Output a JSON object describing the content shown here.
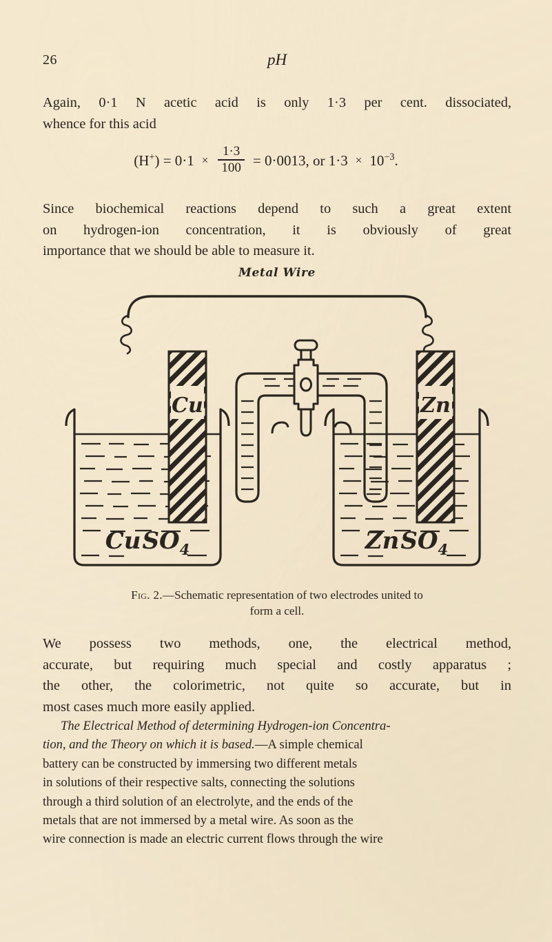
{
  "page": {
    "folio": "26",
    "running_head": "pH",
    "background_color": "#f6edd9",
    "ink_color": "#2b2621"
  },
  "paragraph_1": {
    "lines": [
      "Again, 0·1 N acetic acid  is only 1·3 per cent. dissociated,",
      "whence for this acid"
    ]
  },
  "equation": {
    "lhs": "(H",
    "lhs_sup": "+",
    "lhs_close": ") = 0·1",
    "times_1": "×",
    "numerator": "1·3",
    "denominator": "100",
    "equals": "= 0·0013, or 1·3",
    "times_2": "×",
    "power_base": "10",
    "power_exp": "−3",
    "period": "."
  },
  "paragraph_2": {
    "lines": [
      "Since biochemical reactions depend to such a great extent",
      "on hydrogen-ion concentration, it is obviously of  great",
      "importance that we should be able to measure it."
    ]
  },
  "figure": {
    "top_label": "Metal Wire",
    "left_electrode_label": "Cu",
    "right_electrode_label": "Zn",
    "left_solution_label": "CuSO₄",
    "left_solution_parts": {
      "metal": "Cu",
      "salt": "SO",
      "subscript": "4"
    },
    "right_solution_parts": {
      "metal": "Zn",
      "salt": "SO",
      "subscript": "4"
    },
    "caption_lines": [
      "Fig. 2.—Schematic representation of two electrodes united to",
      "form a cell."
    ],
    "caption_figure_number": "Fig. 2.",
    "caption_rest": "—Schematic representation of two electrodes united to form a cell.",
    "elements": [
      "metal-wire-arc",
      "copper-electrode",
      "zinc-electrode",
      "left-beaker",
      "right-beaker",
      "siphon-bridge",
      "stopcock"
    ]
  },
  "paragraph_3": {
    "lines": [
      "We possess two methods, one, the  electrical method,",
      "accurate, but requiring much special and costly apparatus ;",
      "the  other,  the  colorimetric, not  quite  so  accurate,  but  in",
      "most cases much more easily applied."
    ]
  },
  "paragraph_4": {
    "heading": "The Electrical Method of determining Hydrogen-ion Concentra-",
    "heading_cont": "tion, and the Theory on which it is based.",
    "dash": "—",
    "lines": [
      "A simple chemical",
      "battery can be constructed by immersing two different metals",
      "in solutions of their respective salts, connecting the solutions",
      "through a third solution of an electrolyte, and the ends of the",
      "metals that are not immersed by a metal wire.  As soon as the",
      "wire connection is made an electric current flows through the wire"
    ]
  }
}
